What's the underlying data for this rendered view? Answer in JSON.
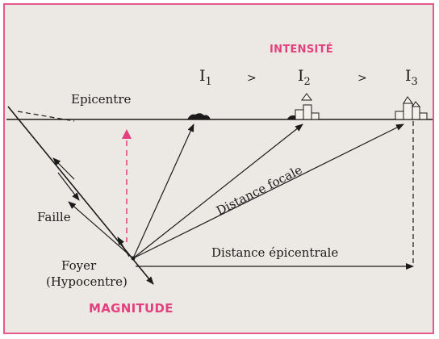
{
  "labels": {
    "intensite": "INTENSITÉ",
    "i1": "I",
    "i1_sub": "1",
    "i2": "I",
    "i2_sub": "2",
    "i3": "I",
    "i3_sub": "3",
    "gt1": ">",
    "gt2": ">",
    "epicentre": "Epicentre",
    "faille": "Faille",
    "foyer": "Foyer",
    "hypocentre": "(Hypocentre)",
    "distance_focale": "Distance focale",
    "distance_epicentrale": "Distance épicentrale",
    "magnitude": "MAGNITUDE"
  },
  "colors": {
    "accent": "#e3407f",
    "frame": "#e3588d",
    "ink": "#1b1b1b",
    "background": "#ece8e4"
  }
}
